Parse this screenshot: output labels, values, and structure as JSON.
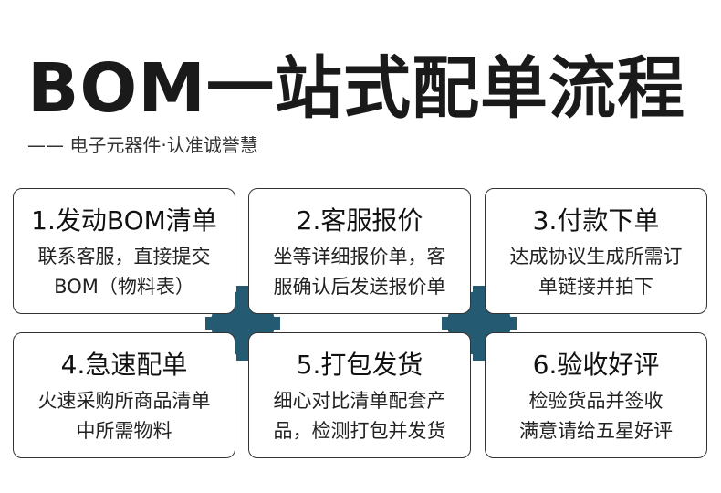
{
  "header": {
    "title": "BOM一站式配单流程",
    "subtitle": "—— 电子元器件·认准诚誉慧"
  },
  "steps": [
    {
      "title": "1.发动BOM清单",
      "line1": "联系客服，直接提交",
      "line2": "BOM（物料表）"
    },
    {
      "title": "2.客服报价",
      "line1": "坐等详细报价单，客",
      "line2": "服确认后发送报价单"
    },
    {
      "title": "3.付款下单",
      "line1": "达成协议生成所需订",
      "line2": "单链接并拍下"
    },
    {
      "title": "4.急速配单",
      "line1": "火速采购所商品清单",
      "line2": "中所需物料"
    },
    {
      "title": "5.打包发货",
      "line1": "细心对比清单配套产",
      "line2": "品，检测打包并发货"
    },
    {
      "title": "6.验收好评",
      "line1": "检验货品并签收",
      "line2": "满意请给五星好评"
    }
  ],
  "colors": {
    "connector": "#255a73",
    "border": "#333333"
  }
}
